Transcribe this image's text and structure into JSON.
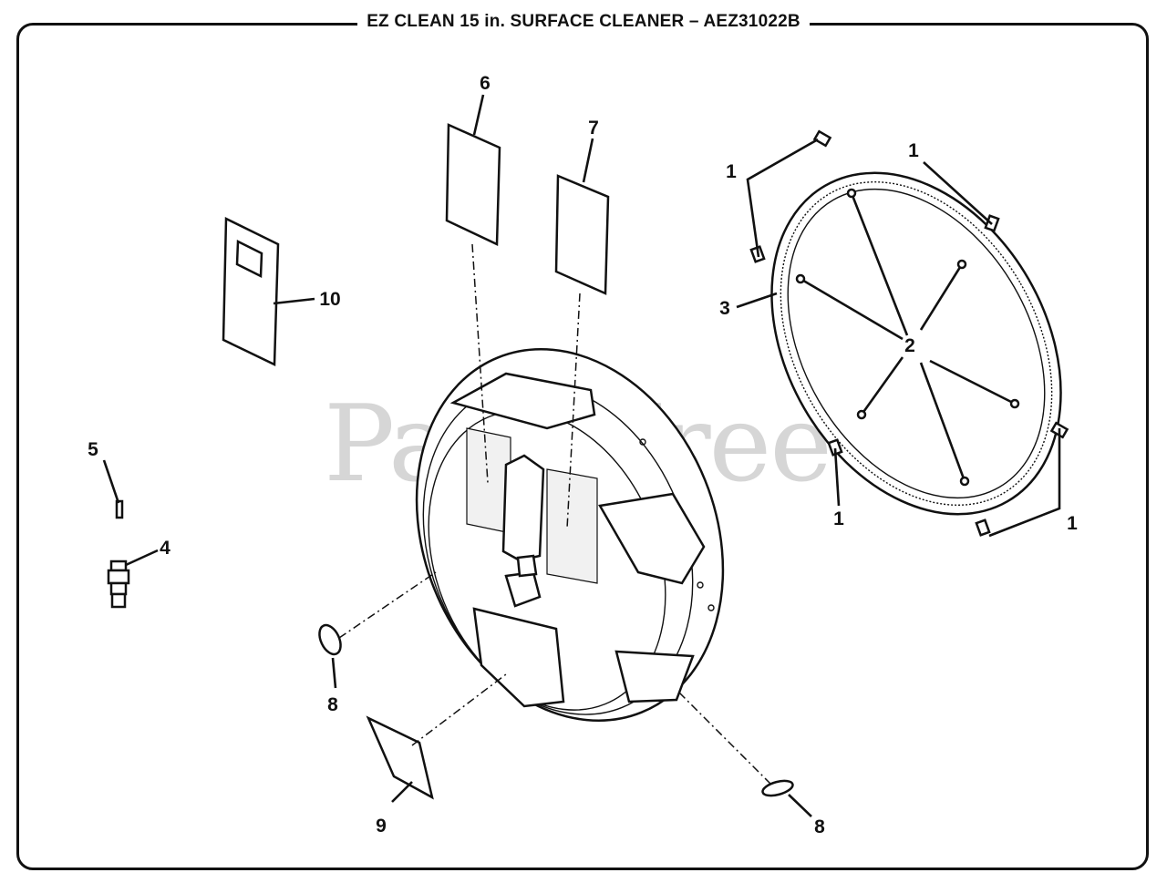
{
  "title": "EZ CLEAN 15 in. SURFACE CLEANER – AEZ31022B",
  "watermark": {
    "text": "PartsTree",
    "mark": "™"
  },
  "callouts": {
    "c1a": "1",
    "c1b": "1",
    "c1c": "1",
    "c1d": "1",
    "c2": "2",
    "c3": "3",
    "c4": "4",
    "c5": "5",
    "c6": "6",
    "c7": "7",
    "c8a": "8",
    "c8b": "8",
    "c9": "9",
    "c10": "10"
  },
  "colors": {
    "line": "#111111",
    "background": "#ffffff",
    "watermark": "#d6d6d6"
  }
}
